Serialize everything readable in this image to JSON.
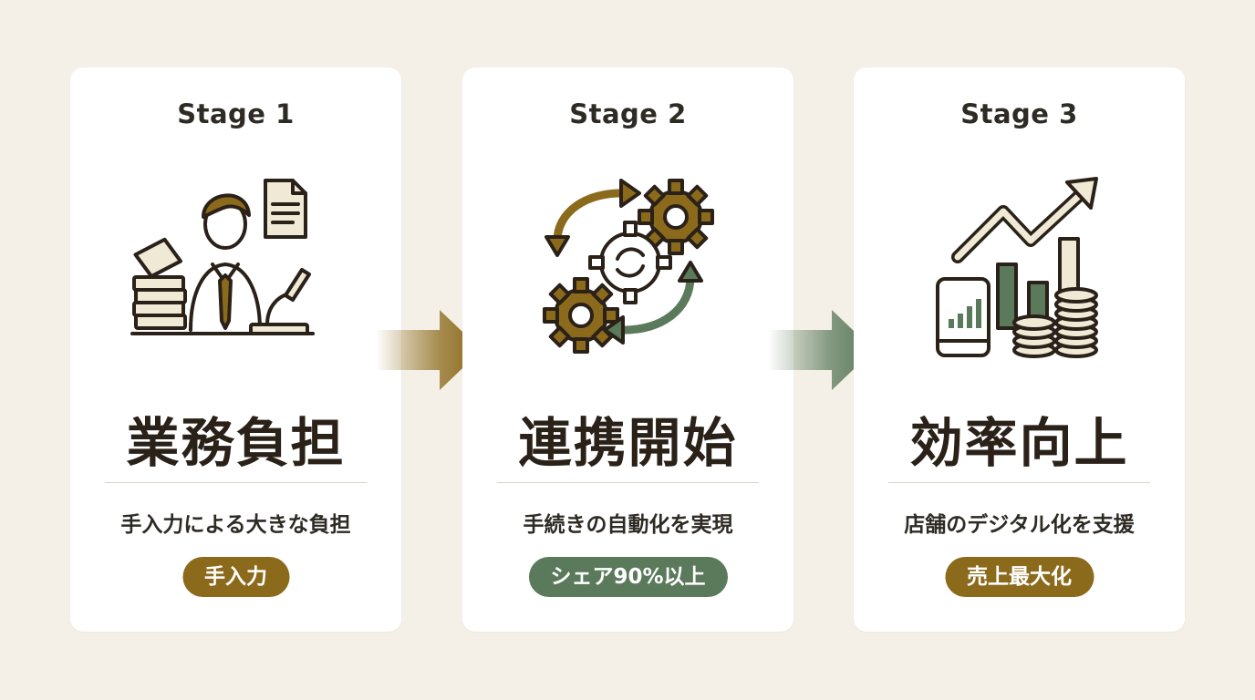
{
  "colors": {
    "background": "#f4f0e7",
    "card": "#ffffff",
    "gold": "#8c6a1c",
    "green": "#5b7a5c",
    "cream": "#efe9d6",
    "dark": "#2a2118"
  },
  "stages": [
    {
      "label": "Stage 1",
      "icon": "overwhelmed-worker-paperwork-icon",
      "title": "業務負担",
      "description": "手入力による大きな負担",
      "badge": "手入力",
      "badge_color": "#8c6a1c"
    },
    {
      "label": "Stage 2",
      "icon": "gears-cycle-automation-icon",
      "title": "連携開始",
      "description": "手続きの自動化を実現",
      "badge": "シェア90%以上",
      "badge_color": "#5b7a5c"
    },
    {
      "label": "Stage 3",
      "icon": "growth-chart-coins-tablet-icon",
      "title": "効率向上",
      "description": "店舗のデジタル化を支援",
      "badge": "売上最大化",
      "badge_color": "#8c6a1c"
    }
  ],
  "connectors": [
    {
      "icon": "right-arrow-icon",
      "color": "#8c6a1c"
    },
    {
      "icon": "right-arrow-icon",
      "color": "#5b7a5c"
    }
  ]
}
